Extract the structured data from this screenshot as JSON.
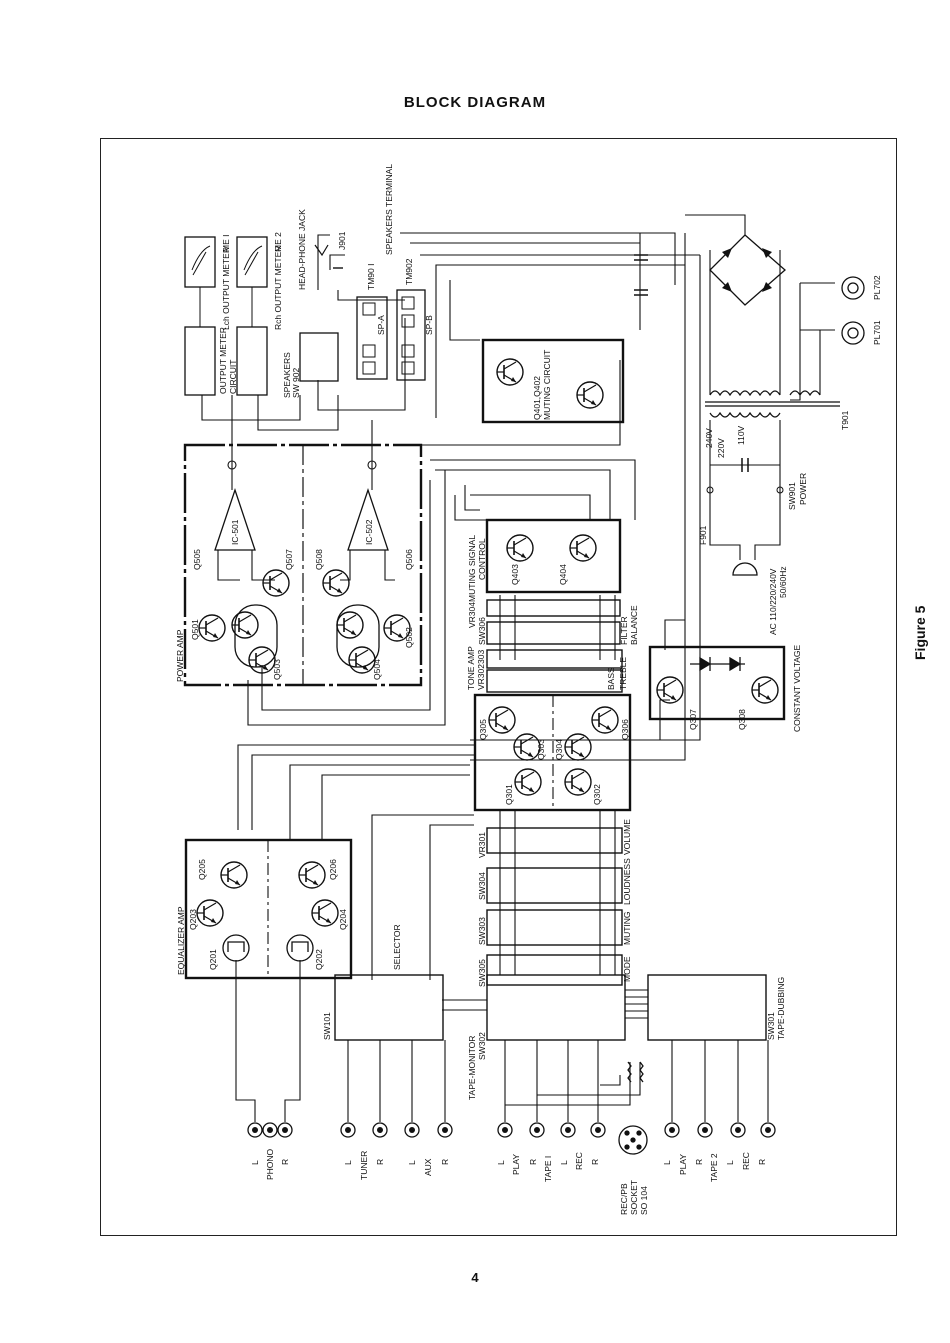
{
  "header": {
    "title": "BLOCK DIAGRAM"
  },
  "figure": {
    "caption": "Figure 5"
  },
  "footer": {
    "page_number": "4"
  },
  "blocks": {
    "power_amp": {
      "label": "POWER AMP",
      "ics": [
        "IC-501",
        "IC-502"
      ],
      "transistors": [
        "Q501",
        "Q503",
        "Q505",
        "Q507",
        "Q502",
        "Q504",
        "Q506",
        "Q508"
      ]
    },
    "equalizer_amp": {
      "label": "EQUALIZER AMP",
      "transistors": [
        "Q201",
        "Q203",
        "Q205",
        "Q202",
        "Q204",
        "Q206"
      ]
    },
    "tone_amp": {
      "label": "TONE AMP",
      "controls": "VR302303",
      "bass": "BASS",
      "treble": "TREBLE",
      "transistors": [
        "Q305",
        "Q301",
        "Q303",
        "Q304",
        "Q302",
        "Q306"
      ]
    },
    "muting_signal": {
      "label": "VR304MUTING SIGNAL",
      "sub": "CONTROL",
      "transistors": [
        "Q403",
        "Q404"
      ]
    },
    "muting_circuit": {
      "label": "Q401,Q402",
      "sub": "MUTING CIRCUIT"
    },
    "constant_voltage": {
      "label": "CONSTANT VOLTAGE",
      "transistors": [
        "Q307",
        "Q308"
      ]
    },
    "filter": {
      "switch": "SW306",
      "label": "FILTER",
      "balance": "BALANCE"
    },
    "volume": {
      "switch": "VR301",
      "label": "VOLUME"
    },
    "loudness": {
      "switch": "SW304",
      "label": "LOUDNESS"
    },
    "muting": {
      "switch": "SW303",
      "label": "MUTING"
    },
    "mode": {
      "switch": "SW305",
      "label": "MODE"
    },
    "selector": {
      "switch": "SW101",
      "label": "SELECTOR"
    },
    "tape_monitor": {
      "label": "TAPE-MONITOR",
      "switch": "SW302"
    },
    "tape_dubbing": {
      "switch": "SW301",
      "label": "TAPE-DUBBING"
    },
    "output_meter_circuit": {
      "label": "OUTPUT METER",
      "sub": "CIRCUIT"
    },
    "meters": [
      {
        "id": "ME1",
        "label": "ME I",
        "caption": "Lch OUTPUT METER"
      },
      {
        "id": "ME2",
        "label": "ME 2",
        "caption": "Rch OUTPUT METER"
      }
    ],
    "speakers_switch": {
      "label": "SPEAKERS",
      "switch": "SW 902"
    },
    "speaker_terminals": {
      "label": "SPEAKERS TERMINAL",
      "tm1": "TM90 I",
      "tm2": "TM902",
      "sp_a": "SP-A",
      "sp_b": "SP-B"
    },
    "headphone": {
      "label": "HEAD-PHONE JACK",
      "jack": "J901"
    },
    "power": {
      "transformer": "T901",
      "switch": "SW901",
      "switch_label": "POWER",
      "fuse": "F901",
      "taps": [
        "240V",
        "220V",
        "110V"
      ],
      "ac_input": "AC 110/220/240V",
      "ac_freq": "50/60Hz",
      "lamps": [
        "PL701",
        "PL702"
      ]
    },
    "rec_socket": {
      "line1": "REC/PB",
      "line2": "SOCKET",
      "line3": "SO 104"
    }
  },
  "inputs": [
    {
      "group": "PHONO",
      "pins": [
        "L",
        "R"
      ]
    },
    {
      "group": "TUNER",
      "pins": [
        "L",
        "R"
      ]
    },
    {
      "group": "AUX",
      "pins": [
        "L",
        "R"
      ]
    },
    {
      "group": "TAPE I",
      "pins": [
        "L",
        "PLAY",
        "R",
        "L",
        "REC",
        "R"
      ]
    },
    {
      "group": "TAPE 2",
      "pins": [
        "L",
        "PLAY",
        "R",
        "L",
        "REC",
        "R"
      ]
    }
  ]
}
